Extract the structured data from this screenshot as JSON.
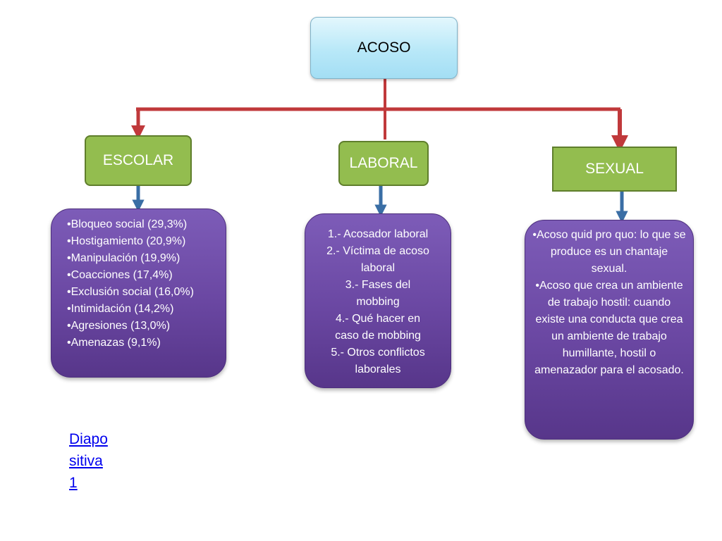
{
  "root": {
    "label": "ACOSO"
  },
  "categories": [
    {
      "label": "ESCOLAR"
    },
    {
      "label": "LABORAL"
    },
    {
      "label": "SEXUAL"
    }
  ],
  "escolar_items": [
    "•Bloqueo social (29,3%)",
    "•Hostigamiento (20,9%)",
    "•Manipulación (19,9%)",
    "•Coacciones (17,4%)",
    "•Exclusión social (16,0%)",
    "•Intimidación (14,2%)",
    "•Agresiones (13,0%)",
    "•Amenazas (9,1%)"
  ],
  "laboral_items": [
    "1.- Acosador laboral",
    "2.- Víctima de acoso",
    "laboral",
    "3.- Fases del",
    "mobbing",
    "4.- Qué hacer en",
    "caso de mobbing",
    "5.- Otros conflictos",
    "laborales"
  ],
  "sexual_items": [
    "•Acoso quid pro quo: lo que se produce es un chantaje sexual.",
    "•Acoso que crea un ambiente de trabajo hostil: cuando existe una conducta que crea un ambiente de trabajo humillante, hostil o amenazador para el acosado."
  ],
  "link": {
    "label": "Diapositiva 1"
  },
  "colors": {
    "connector_red": "#c0393b",
    "connector_blue": "#3a6ea5",
    "category_green": "#93bd4f",
    "box_purple": "#6a47a2",
    "root_blue": "#b8e8f8"
  }
}
